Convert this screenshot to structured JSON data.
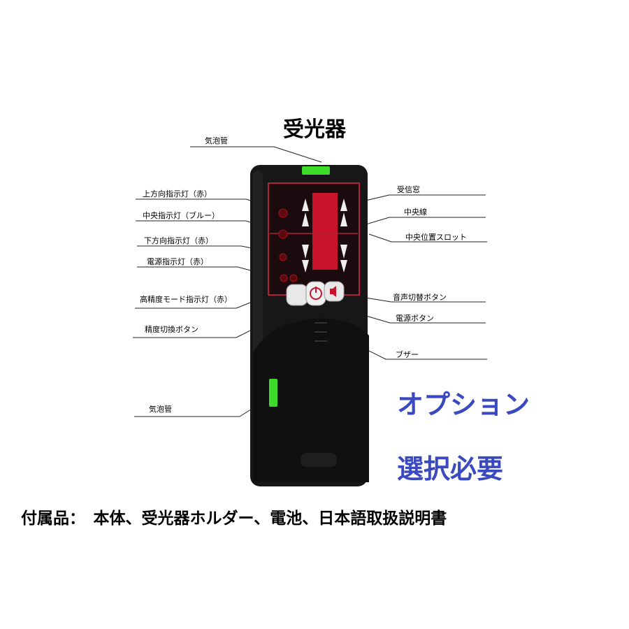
{
  "title": "受光器",
  "labels": {
    "bubble_top": "気泡管",
    "upper_indicator": "上方向指示灯（赤）",
    "center_indicator": "中央指示灯（ブルー）",
    "lower_indicator": "下方向指示灯（赤）",
    "power_indicator": "電源指示灯（赤）",
    "high_precision_indicator": "高精度モード指示灯（赤）",
    "precision_button": "精度切換ボタン",
    "bubble_side": "気泡管",
    "receive_window": "受信窓",
    "center_line": "中央線",
    "center_slot": "中央位置スロット",
    "sound_button": "音声切替ボタン",
    "power_button": "電源ボタン",
    "buzzer": "ブザー"
  },
  "option": {
    "line1": "オプション",
    "line2": "選択必要"
  },
  "accessories": "付属品：　本体、受光器ホルダー、電池、日本語取扱説明書",
  "colors": {
    "body": "#161616",
    "panel": "#1c0b0e",
    "panel_border": "#b0203a",
    "window": "#c8142a",
    "option_text": "#3a49bf",
    "bubble": "#3ddc2a"
  }
}
